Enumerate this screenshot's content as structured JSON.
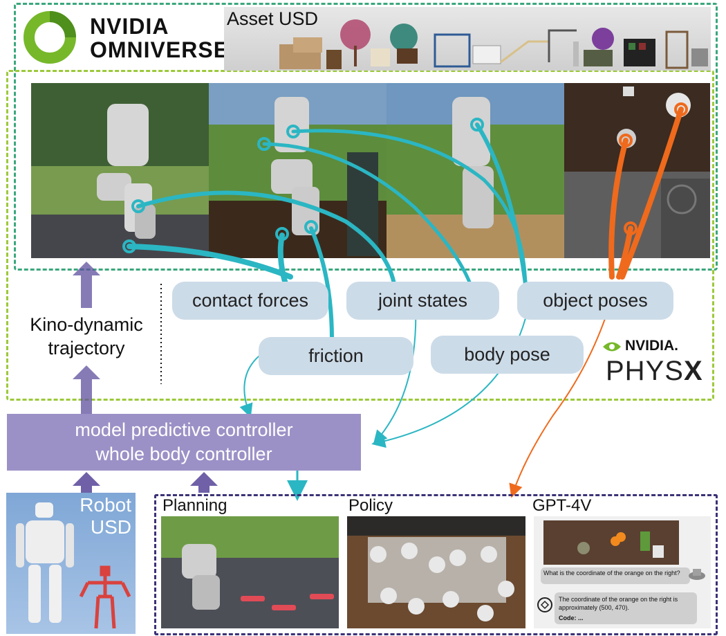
{
  "brand": {
    "omniverse_line1": "NVIDIA",
    "omniverse_line2": "OMNIVERSE",
    "physx_brand": "NVIDIA.",
    "physx_word": "PHYS",
    "physx_x": "X"
  },
  "asset_usd": {
    "title": "Asset USD"
  },
  "simulation_outputs": [
    {
      "label": "contact forces"
    },
    {
      "label": "joint states"
    },
    {
      "label": "object poses"
    },
    {
      "label": "friction"
    },
    {
      "label": "body pose"
    }
  ],
  "trajectory": {
    "line1": "Kino-dynamic",
    "line2": "trajectory"
  },
  "controller": {
    "line1": "model predictive controller",
    "line2": "whole body controller"
  },
  "robot_usd": {
    "line1": "Robot",
    "line2": "USD"
  },
  "modules": [
    {
      "title": "Planning"
    },
    {
      "title": "Policy"
    },
    {
      "title": "GPT-4V"
    }
  ],
  "gpt4v_chat": {
    "question": "What is the coordinate of the orange on the right?",
    "answer_line1": "The coordinate of the orange on the right is",
    "answer_line2": "approximately (500, 470).",
    "code_label": "Code: ..."
  },
  "colors": {
    "omniverse_box": "#3aa77c",
    "physx_box": "#9cc93a",
    "controller_fill": "#9c91c6",
    "arrow_purple": "#5f4f9d",
    "arrow_teal": "#2bb6c3",
    "arrow_orange": "#ef6a1c",
    "pill_fill": "#ccdbe8",
    "module_box": "#3b3277"
  }
}
